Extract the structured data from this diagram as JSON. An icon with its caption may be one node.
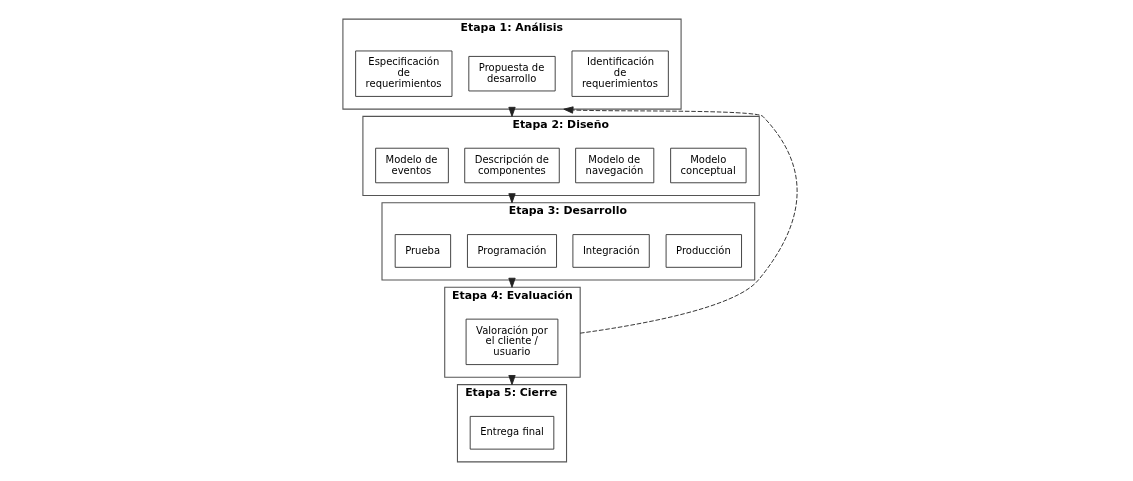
{
  "diagram": {
    "nodes": [
      {
        "text": [
          "Etapa 1: Análisis"
        ]
      },
      {
        "text": [
          "Identificación de requerimientos"
        ],
        "in": 0
      },
      {
        "text": [
          "Propuesta de desarrollo"
        ],
        "in": 0
      },
      {
        "text": [
          "Especificación de requerimientos"
        ],
        "in": 0
      },
      {
        "text": [
          "Etapa 2: Diseño"
        ]
      },
      {
        "text": [
          "Modelo conceptual"
        ],
        "in": 4
      },
      {
        "text": [
          "Modelo de navegación"
        ],
        "in": 4
      },
      {
        "text": [
          "Descripción de componentes"
        ],
        "in": 4
      },
      {
        "text": [
          "Modelo de eventos"
        ],
        "in": 4
      },
      {
        "text": [
          "Etapa 3: Desarrollo"
        ]
      },
      {
        "text": [
          "Producción"
        ],
        "in": 9
      },
      {
        "text": [
          "Integración"
        ],
        "in": 9
      },
      {
        "text": [
          "Programación"
        ],
        "in": 9
      },
      {
        "text": [
          "Prueba"
        ],
        "in": 9
      },
      {
        "text": [
          "Etapa 4: Evaluación"
        ]
      },
      {
        "text": [
          "Valoración por el cliente / usuario"
        ],
        "in": 14
      },
      {
        "text": [
          "Etapa 5: Cierre"
        ]
      },
      {
        "text": [
          "Entrega final"
        ],
        "in": 16
      }
    ],
    "edges": [
      {
        "from": 0,
        "to": 4,
        "arrow": "to"
      },
      {
        "from": 4,
        "to": 9,
        "arrow": "to"
      },
      {
        "from": 9,
        "to": 14,
        "arrow": "to"
      },
      {
        "from": 14,
        "to": 16,
        "arrow": "to"
      },
      {
        "from": 14,
        "to": 0,
        "arrow": "to",
        "style": "dashed"
      }
    ]
  }
}
